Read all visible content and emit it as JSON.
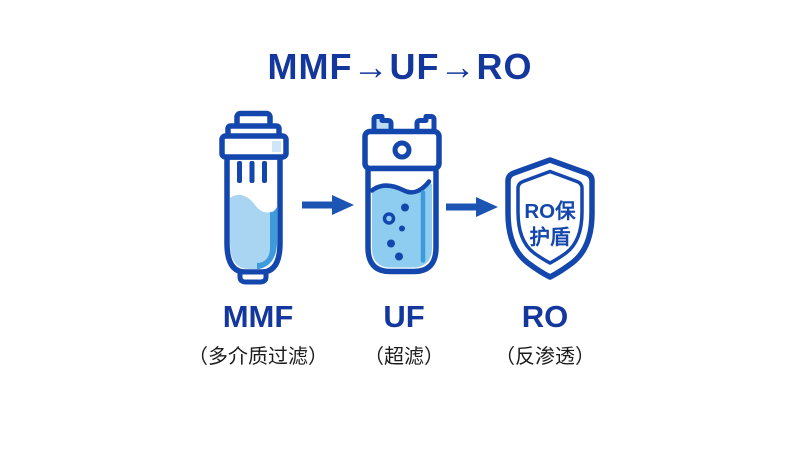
{
  "title": "MMF→UF→RO",
  "colors": {
    "background": "#FFFFFF",
    "title_navy": "#14379E",
    "icon_stroke": "#1447AD",
    "arrow_blue": "#1C54B4",
    "water_light": "#A9D5F2",
    "water_mid": "#8ECDF0",
    "water_accent": "#3E9BDB",
    "cap_highlight": "#CFE6F7",
    "sublabel_text": "#1C1C1C"
  },
  "stages": [
    {
      "id": "mmf",
      "icon": "mmf-filter-cartridge-icon",
      "label": "MMF",
      "sublabel": "（多介质过滤）"
    },
    {
      "id": "uf",
      "icon": "uf-filter-housing-icon",
      "label": "UF",
      "sublabel": "（超滤）"
    },
    {
      "id": "ro",
      "icon": "ro-shield-icon",
      "label": "RO",
      "sublabel": "（反渗透）",
      "shield_line1": "RO保",
      "shield_line2": "护盾"
    }
  ],
  "flow_arrow": {
    "icon": "right-arrow-icon",
    "direction": "right",
    "count": 2
  }
}
